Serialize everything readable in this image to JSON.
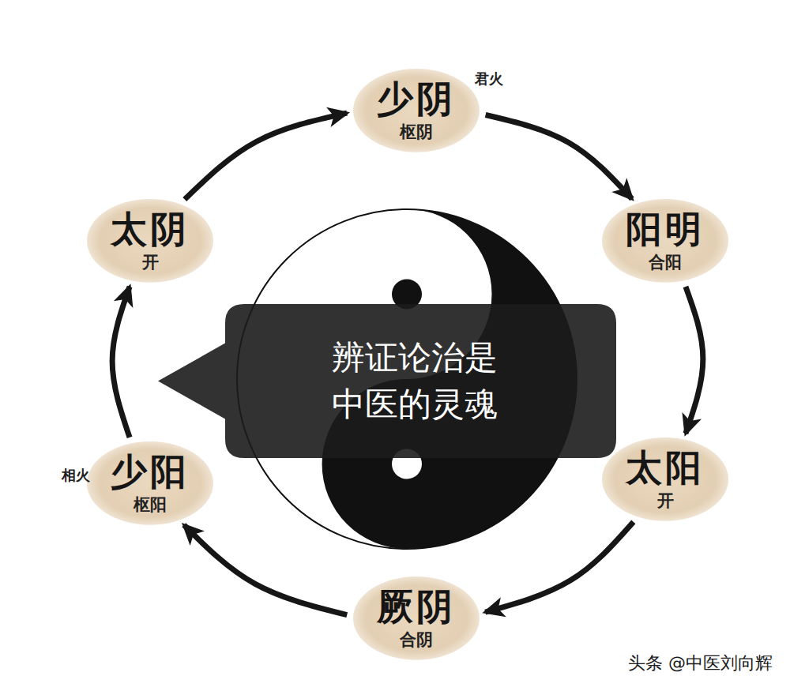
{
  "diagram": {
    "nodes": [
      {
        "text": [
          "少阴",
          "君火",
          "枢阴"
        ]
      },
      {
        "text": [
          "阳明",
          "合阳"
        ]
      },
      {
        "text": [
          "太阳",
          "开"
        ]
      },
      {
        "text": [
          "厥阴",
          "合阴"
        ]
      },
      {
        "text": [
          "少阳",
          "相火",
          "枢阳"
        ]
      },
      {
        "text": [
          "太阴",
          "开"
        ]
      },
      {
        "text": [
          "辨证论治是 中医的灵魂"
        ]
      }
    ],
    "edges": [
      {
        "from": 0,
        "to": 1,
        "arrow": "to"
      },
      {
        "from": 1,
        "to": 2,
        "arrow": "to"
      },
      {
        "from": 2,
        "to": 3,
        "arrow": "to"
      },
      {
        "from": 3,
        "to": 4,
        "arrow": "to"
      },
      {
        "from": 4,
        "to": 5,
        "arrow": "to"
      },
      {
        "from": 5,
        "to": 0,
        "arrow": "to"
      }
    ],
    "labels": [
      "头条 @中医刘向辉"
    ]
  }
}
